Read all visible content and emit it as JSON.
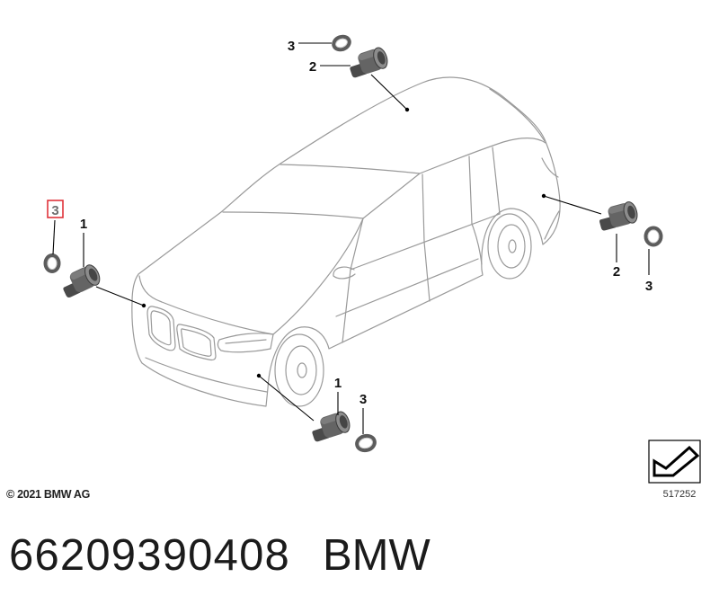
{
  "diagram": {
    "callouts": {
      "top_ring": "3",
      "top_sensor": "2",
      "left_ring": "3",
      "left_sensor": "1",
      "right_sensor": "2",
      "right_ring": "3",
      "bottom_sensor": "1",
      "bottom_ring": "3"
    },
    "copyright": "© 2021 BMW AG",
    "illustration_number": "517252"
  },
  "part": {
    "number": "66209390408",
    "brand": "BMW"
  },
  "icons": {
    "view_symbol": "view-direction-icon"
  },
  "colors": {
    "highlight": "#e0343b",
    "car_outline": "#9a9a9a",
    "part_gray": "#5c5c5c",
    "leader_line": "#000000"
  }
}
